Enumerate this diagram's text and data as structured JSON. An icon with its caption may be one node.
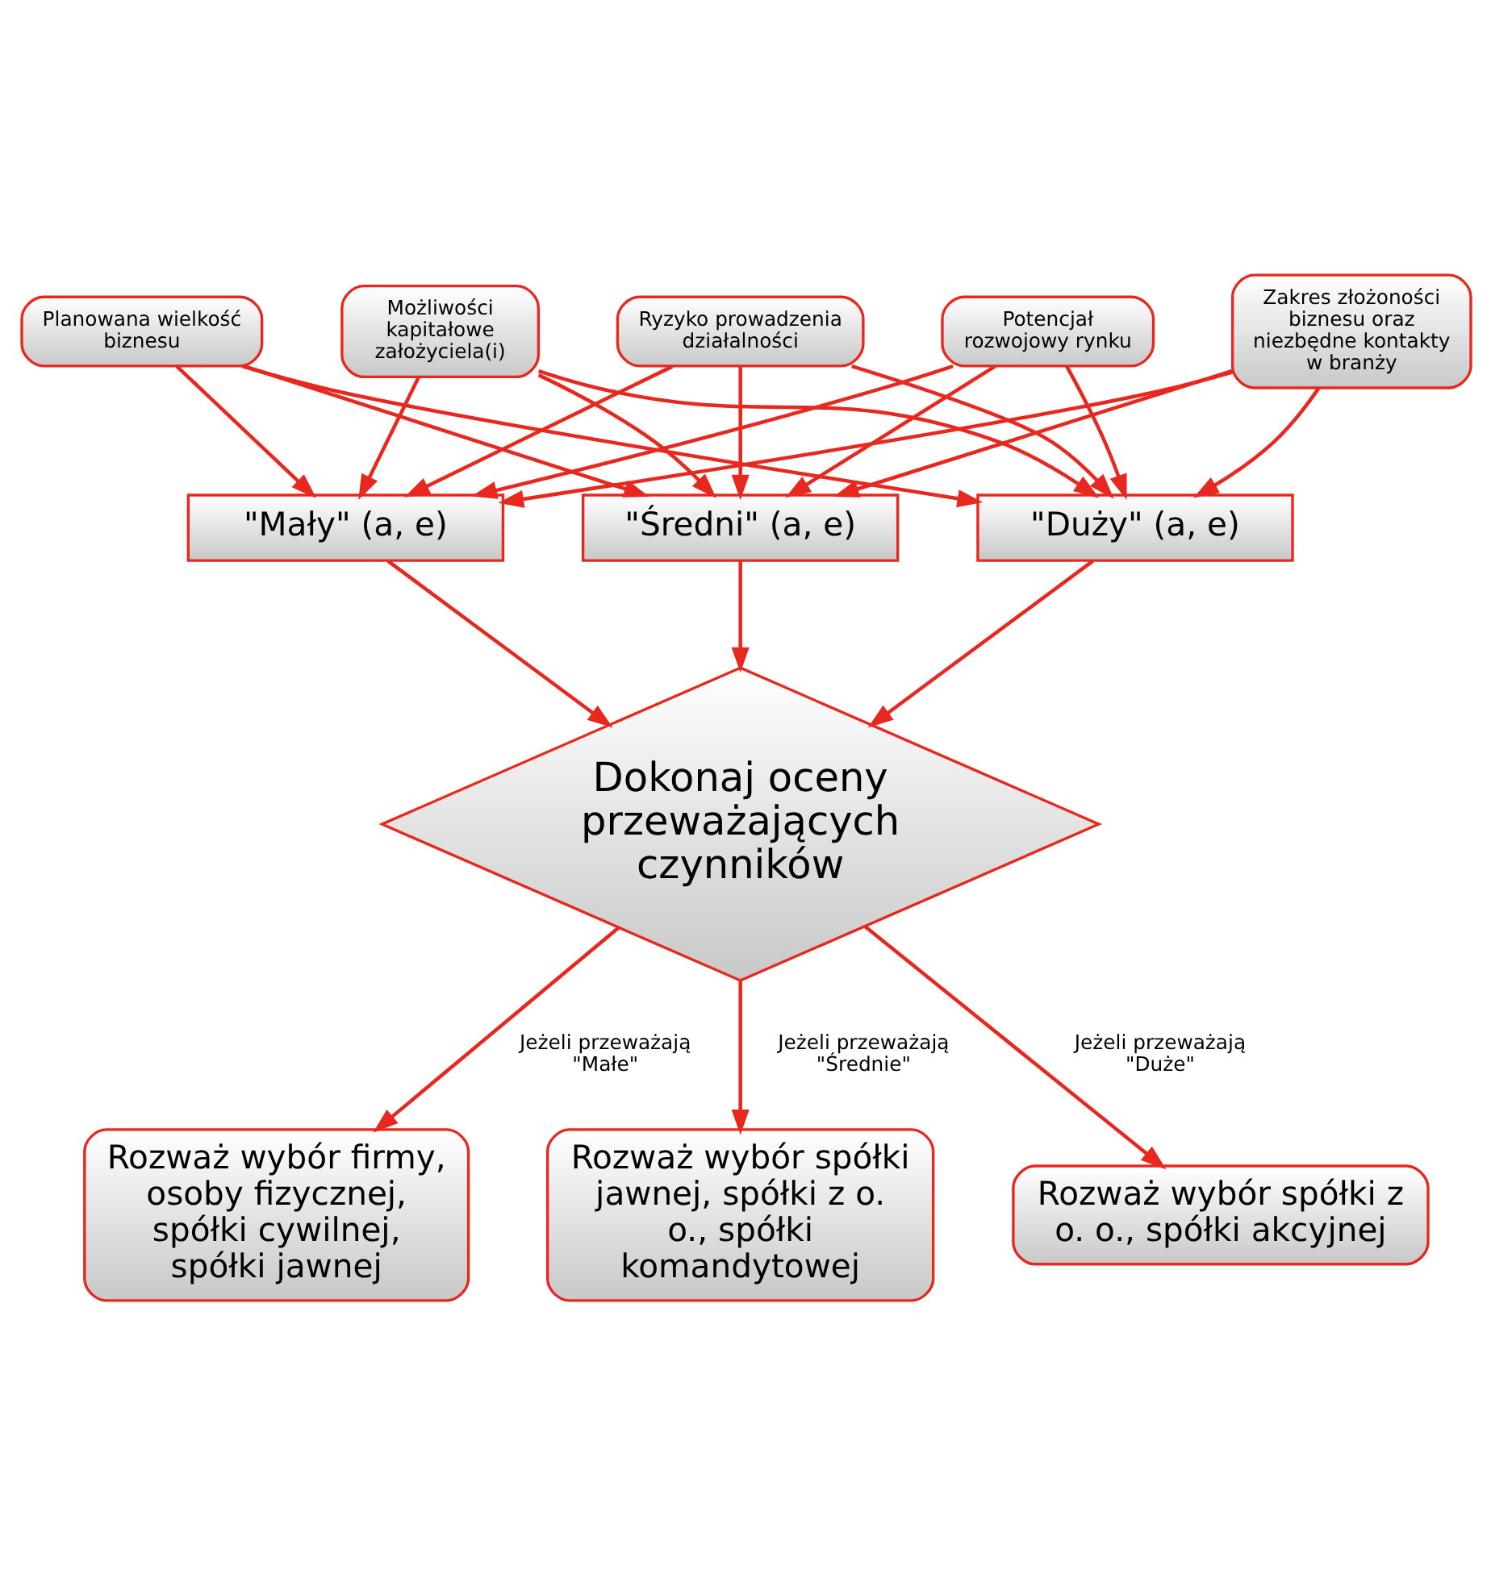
{
  "diagram": {
    "nodes": [
      {
        "text": [
          "Planowana wielkość biznesu"
        ]
      },
      {
        "text": [
          "Możliwości kapitałowe założyciela(i)"
        ]
      },
      {
        "text": [
          "Ryzyko prowadzenia działalności"
        ]
      },
      {
        "text": [
          "Potencjał rozwojowy rynku"
        ]
      },
      {
        "text": [
          "Zakres złożoności biznesu oraz niezbędne kontakty w branży"
        ]
      },
      {
        "text": [
          "\"Mały\" (a, e)"
        ]
      },
      {
        "text": [
          "\"Średni\" (a, e)"
        ]
      },
      {
        "text": [
          "\"Duży\" (a, e)"
        ]
      },
      {
        "text": [
          "Dokonaj oceny przeważających czynników"
        ]
      },
      {
        "text": [
          "Rozważ wybór firmy, osoby fizycznej, spółki cywilnej, spółki jawnej"
        ]
      },
      {
        "text": [
          "Rozważ wybór spółki jawnej, spółki z o. o., spółki komandytowej"
        ]
      },
      {
        "text": [
          "Rozważ wybór spółki z o. o., spółki akcyjnej"
        ]
      }
    ],
    "edges": [
      {
        "from": 0,
        "to": 5,
        "arrow": "to"
      },
      {
        "from": 0,
        "to": 6,
        "arrow": "to"
      },
      {
        "from": 0,
        "to": 7,
        "arrow": "to"
      },
      {
        "from": 1,
        "to": 5,
        "arrow": "to"
      },
      {
        "from": 1,
        "to": 6,
        "arrow": "to"
      },
      {
        "from": 1,
        "to": 7,
        "arrow": "to"
      },
      {
        "from": 2,
        "to": 5,
        "arrow": "to"
      },
      {
        "from": 2,
        "to": 6,
        "arrow": "to"
      },
      {
        "from": 2,
        "to": 7,
        "arrow": "to"
      },
      {
        "from": 3,
        "to": 5,
        "arrow": "to"
      },
      {
        "from": 3,
        "to": 6,
        "arrow": "to"
      },
      {
        "from": 3,
        "to": 7,
        "arrow": "to"
      },
      {
        "from": 4,
        "to": 5,
        "arrow": "to"
      },
      {
        "from": 4,
        "to": 6,
        "arrow": "to"
      },
      {
        "from": 4,
        "to": 7,
        "arrow": "to"
      },
      {
        "from": 5,
        "to": 8,
        "arrow": "to"
      },
      {
        "from": 6,
        "to": 8,
        "arrow": "to"
      },
      {
        "from": 7,
        "to": 8,
        "arrow": "to"
      },
      {
        "from": 8,
        "to": 9,
        "arrow": "to",
        "label": "Jeżeli przeważają \"Małe\""
      },
      {
        "from": 8,
        "to": 10,
        "arrow": "to",
        "label": "Jeżeli przeważają \"Średnie\""
      },
      {
        "from": 8,
        "to": 11,
        "arrow": "to",
        "label": "Jeżeli przeważają \"Duże\""
      }
    ]
  }
}
